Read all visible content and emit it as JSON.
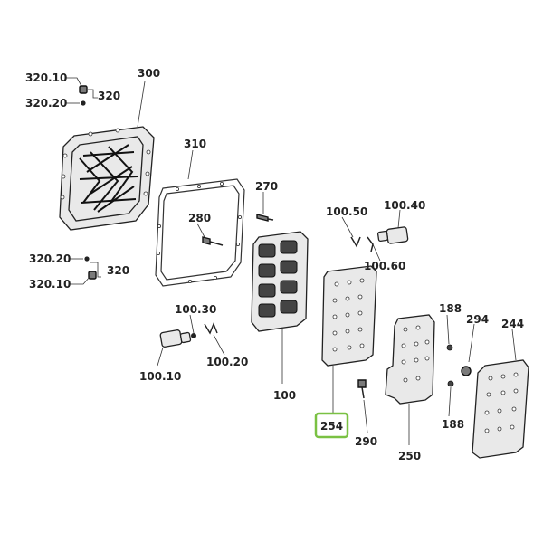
{
  "diagram": {
    "highlight_color": "#7ac143",
    "labels": {
      "l_320_10_top": "320.10",
      "l_320_20_top": "320.20",
      "l_320_top": "320",
      "l_300": "300",
      "l_310": "310",
      "l_270": "270",
      "l_280": "280",
      "l_100_50": "100.50",
      "l_100_40": "100.40",
      "l_100_60": "100.60",
      "l_320_20_bot": "320.20",
      "l_320_10_bot": "320.10",
      "l_320_bot": "320",
      "l_100_30": "100.30",
      "l_100_10": "100.10",
      "l_100_20": "100.20",
      "l_100": "100",
      "l_188_top": "188",
      "l_294": "294",
      "l_244": "244",
      "l_188_bot": "188",
      "l_254": "254",
      "l_290": "290",
      "l_250": "250"
    }
  }
}
